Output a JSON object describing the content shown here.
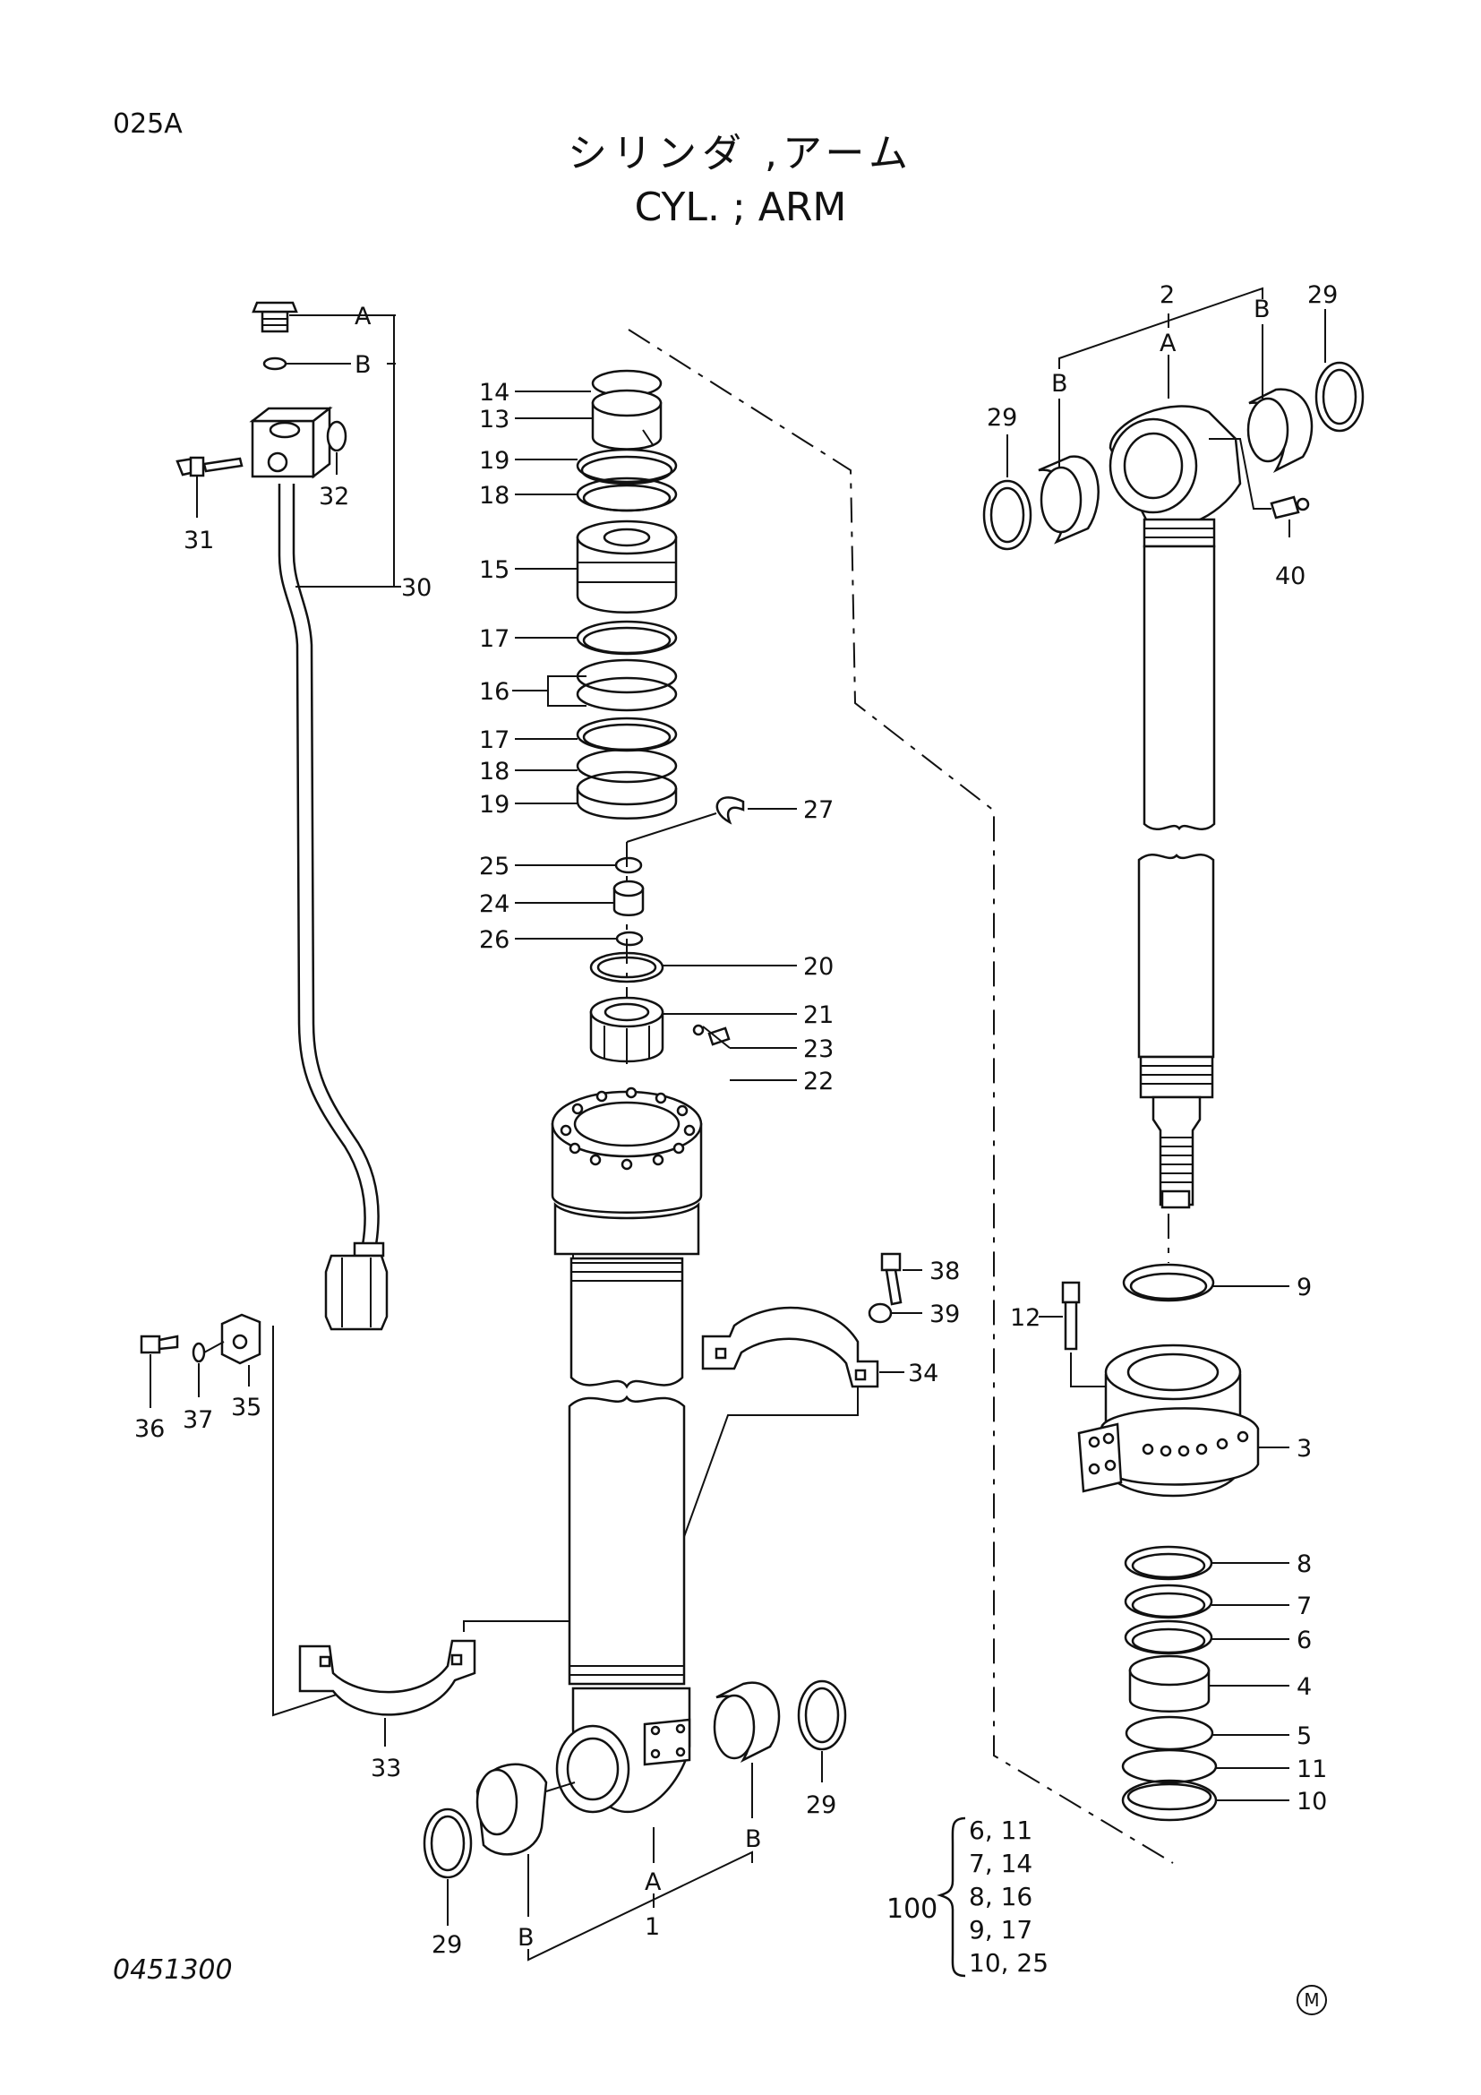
{
  "page_code": "025A",
  "title_ja": "シリンダ ,アーム",
  "title_en": "CYL. ;  ARM",
  "drawing_number": "0451300",
  "mark": "M",
  "callouts": {
    "c1": "1",
    "c2": "2",
    "c3": "3",
    "c4": "4",
    "c5": "5",
    "c6": "6",
    "c7": "7",
    "c8": "8",
    "c9": "9",
    "c10": "10",
    "c11": "11",
    "c12": "12",
    "c13": "13",
    "c14": "14",
    "c15": "15",
    "c16": "16",
    "c17a": "17",
    "c17b": "17",
    "c18a": "18",
    "c18b": "18",
    "c19a": "19",
    "c19b": "19",
    "c20": "20",
    "c21": "21",
    "c22": "22",
    "c23": "23",
    "c24": "24",
    "c25": "25",
    "c26": "26",
    "c27": "27",
    "c29a": "29",
    "c29b": "29",
    "c29c": "29",
    "c29d": "29",
    "c30": "30",
    "c31": "31",
    "c32": "32",
    "c33": "33",
    "c34": "34",
    "c35": "35",
    "c36": "36",
    "c37": "37",
    "c38": "38",
    "c39": "39",
    "c40": "40",
    "hoseA": "A",
    "hoseB": "B",
    "rodA": "A",
    "rodB1": "B",
    "rodB2": "B",
    "tubeA": "A",
    "tubeB1": "B",
    "tubeB2": "B"
  },
  "kit": {
    "label": "100",
    "rows": [
      "6,  11",
      "7,  14",
      "8,  16",
      "9,  17",
      "10,  25"
    ]
  }
}
